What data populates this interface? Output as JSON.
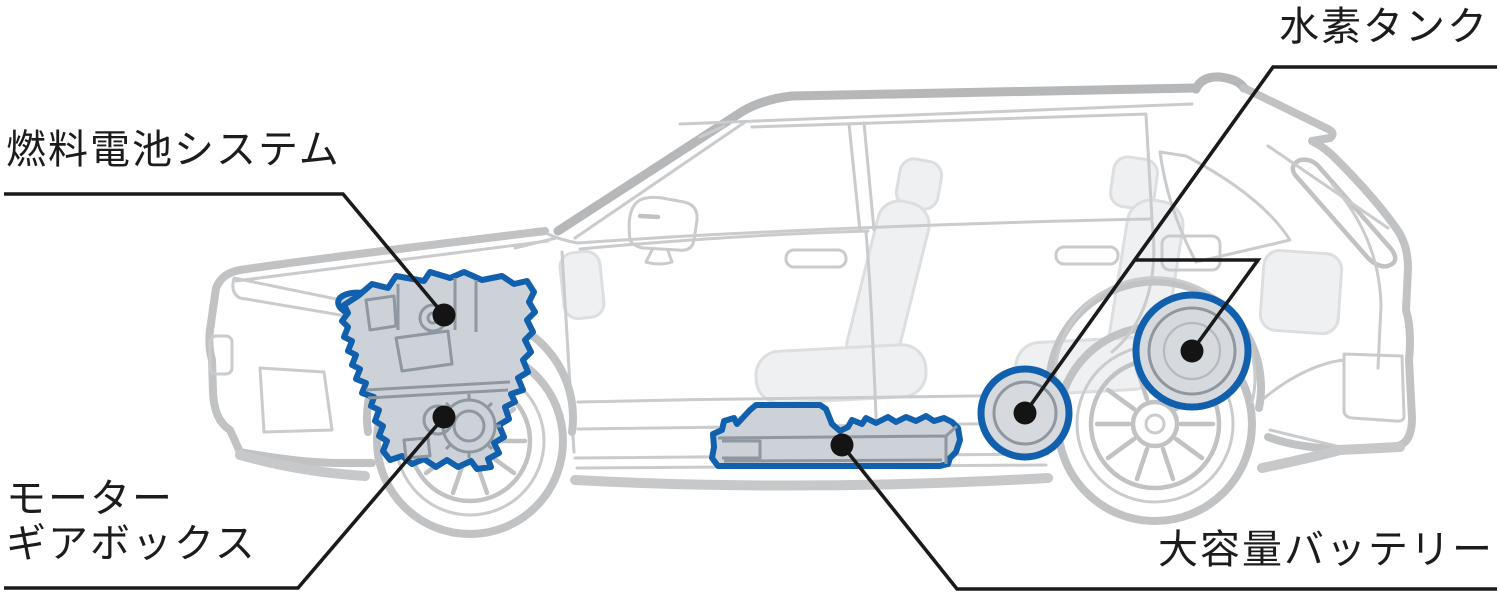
{
  "callouts": {
    "fuel_cell": {
      "label": "燃料電池システム"
    },
    "hydrogen_tank": {
      "label": "水素タンク"
    },
    "motor_gearbox": {
      "label_line1": "モーター",
      "label_line2": "ギアボックス"
    },
    "battery": {
      "label": "大容量バッテリー"
    }
  },
  "colors": {
    "accent_blue": "#1160ad",
    "line_gray": "#c0c2c4",
    "callout": "#1a1a1a",
    "fill_steel": "#ccd2d8",
    "tank_fill": "#d6dade",
    "text_color": "#1c1c1c"
  }
}
